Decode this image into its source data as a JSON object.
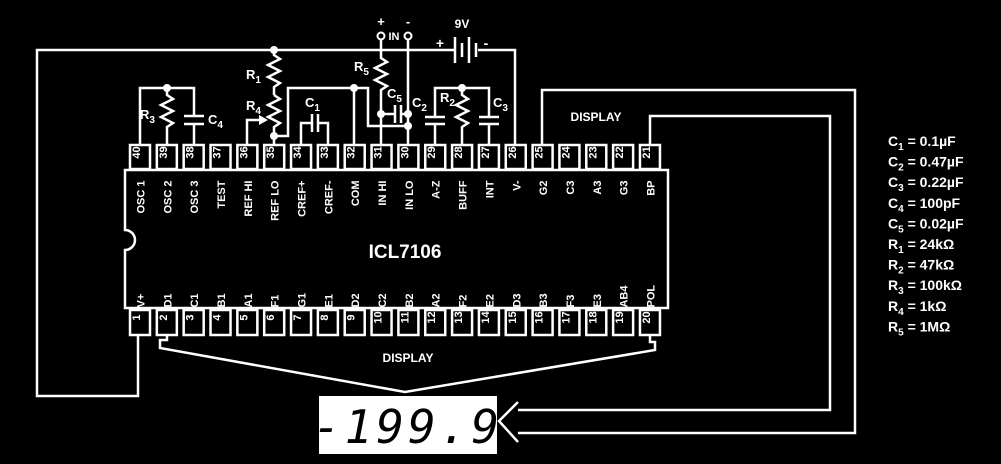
{
  "chip": {
    "name": "ICL7106",
    "top_pins": [
      {
        "num": "40",
        "label": "OSC 1"
      },
      {
        "num": "39",
        "label": "OSC 2"
      },
      {
        "num": "38",
        "label": "OSC 3"
      },
      {
        "num": "37",
        "label": "TEST"
      },
      {
        "num": "36",
        "label": "REF HI"
      },
      {
        "num": "35",
        "label": "REF LO"
      },
      {
        "num": "34",
        "label": "CREF+"
      },
      {
        "num": "33",
        "label": "CREF-"
      },
      {
        "num": "32",
        "label": "COM"
      },
      {
        "num": "31",
        "label": "IN HI"
      },
      {
        "num": "30",
        "label": "IN LO"
      },
      {
        "num": "29",
        "label": "A-Z"
      },
      {
        "num": "28",
        "label": "BUFF"
      },
      {
        "num": "27",
        "label": "INT"
      },
      {
        "num": "26",
        "label": "V-"
      },
      {
        "num": "25",
        "label": "G2"
      },
      {
        "num": "24",
        "label": "C3"
      },
      {
        "num": "23",
        "label": "A3"
      },
      {
        "num": "22",
        "label": "G3"
      },
      {
        "num": "21",
        "label": "BP"
      }
    ],
    "bottom_pins": [
      {
        "num": "1",
        "label": "V+"
      },
      {
        "num": "2",
        "label": "D1"
      },
      {
        "num": "3",
        "label": "C1"
      },
      {
        "num": "4",
        "label": "B1"
      },
      {
        "num": "5",
        "label": "A1"
      },
      {
        "num": "6",
        "label": "F1"
      },
      {
        "num": "7",
        "label": "G1"
      },
      {
        "num": "8",
        "label": "E1"
      },
      {
        "num": "9",
        "label": "D2"
      },
      {
        "num": "10",
        "label": "C2"
      },
      {
        "num": "11",
        "label": "B2"
      },
      {
        "num": "12",
        "label": "A2"
      },
      {
        "num": "13",
        "label": "F2"
      },
      {
        "num": "14",
        "label": "E2"
      },
      {
        "num": "15",
        "label": "D3"
      },
      {
        "num": "16",
        "label": "B3"
      },
      {
        "num": "17",
        "label": "F3"
      },
      {
        "num": "18",
        "label": "E3"
      },
      {
        "num": "19",
        "label": "AB4"
      },
      {
        "num": "20",
        "label": "POL"
      }
    ]
  },
  "components": {
    "R1": "R1",
    "R2": "R2",
    "R3": "R3",
    "R4": "R4",
    "R5": "R5",
    "C1": "C1",
    "C2": "C2",
    "C3": "C3",
    "C4": "C4",
    "C5": "C5"
  },
  "battery": {
    "label": "9V",
    "plus": "+",
    "minus": "-"
  },
  "input": {
    "label": "IN",
    "plus": "+",
    "minus": "-"
  },
  "display_label_top": "DISPLAY",
  "display_label_bottom": "DISPLAY",
  "lcd_reading": "-199.9",
  "legend": [
    {
      "sym": "C",
      "sub": "1",
      "val": " = 0.1µF"
    },
    {
      "sym": "C",
      "sub": "2",
      "val": " = 0.47µF"
    },
    {
      "sym": "C",
      "sub": "3",
      "val": " = 0.22µF"
    },
    {
      "sym": "C",
      "sub": "4",
      "val": " = 100pF"
    },
    {
      "sym": "C",
      "sub": "5",
      "val": " = 0.02µF"
    },
    {
      "sym": "R",
      "sub": "1",
      "val": " = 24kΩ"
    },
    {
      "sym": "R",
      "sub": "2",
      "val": " = 47kΩ"
    },
    {
      "sym": "R",
      "sub": "3",
      "val": " = 100kΩ"
    },
    {
      "sym": "R",
      "sub": "4",
      "val": " = 1kΩ"
    },
    {
      "sym": "R",
      "sub": "5",
      "val": " = 1MΩ"
    }
  ],
  "colors": {
    "background": "#000000",
    "lines": "#ffffff"
  }
}
